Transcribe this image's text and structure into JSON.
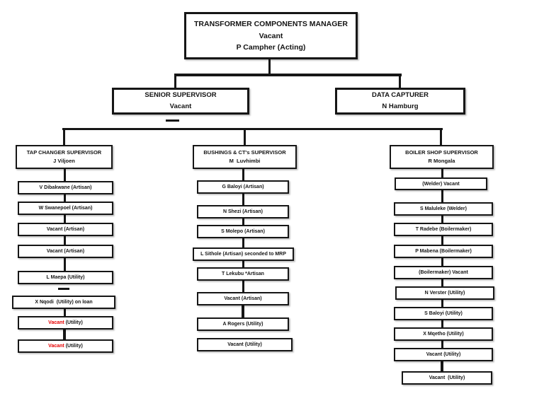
{
  "colors": {
    "vacant_red": "#e60000",
    "line": "#161616",
    "background": "#ffffff"
  },
  "org": {
    "root": {
      "title": "TRANSFORMER COMPONENTS MANAGER",
      "status": "Vacant",
      "acting": "P Campher (Acting)"
    },
    "senior_supervisor": {
      "title": "SENIOR SUPERVISOR",
      "name": "Vacant"
    },
    "data_capturer": {
      "title": "DATA CAPTURER",
      "name": "N Hamburg"
    },
    "tap_changer": {
      "title": "TAP CHANGER SUPERVISOR",
      "name": "J Viljoen",
      "items": [
        {
          "text": "V Dibakwane (Artisan)"
        },
        {
          "text": "W Swanepoel (Artisan)"
        },
        {
          "text": "Vacant (Artisan)"
        },
        {
          "text": "Vacant (Artisan)"
        },
        {
          "text": "L Maepa (Utility)"
        },
        {
          "text": "X Nqodi  (Utility) on loan"
        },
        {
          "red": "Vacant",
          "rest": " (Utility)"
        },
        {
          "red": "Vacant",
          "rest": " (Utility)"
        }
      ]
    },
    "bushings": {
      "title": "BUSHINGS & CT's SUPERVISOR",
      "name": "M  Luvhimbi",
      "items": [
        {
          "text": "G Baloyi (Artisan)"
        },
        {
          "text": "N Shezi (Artisan)"
        },
        {
          "text": "S Molepo (Artisan)"
        },
        {
          "text": "L Sithole (Artisan) seconded to MRP"
        },
        {
          "text": "T Lekubu *Artisan"
        },
        {
          "text": "Vacant (Artisan)"
        },
        {
          "text": "A Rogers (Utility)"
        },
        {
          "text": "Vacant (Utility)"
        }
      ]
    },
    "boiler": {
      "title": "BOILER SHOP SUPERVISOR",
      "name": "R Mongala",
      "items": [
        {
          "text": "(Welder) Vacant"
        },
        {
          "text": "S Maluleke (Welder)"
        },
        {
          "text": "T Radebe (Boilermaker)"
        },
        {
          "text": "P Mabena (Boilermaker)"
        },
        {
          "text": "(Boilermaker) Vacant"
        },
        {
          "text": "N Verster (Utility)"
        },
        {
          "text": "S Baloyi (Utility)"
        },
        {
          "text": "X Mqetho (Utility)"
        },
        {
          "text": "Vacant (Utility)"
        },
        {
          "text": "Vacant  (Utility)"
        }
      ]
    }
  }
}
